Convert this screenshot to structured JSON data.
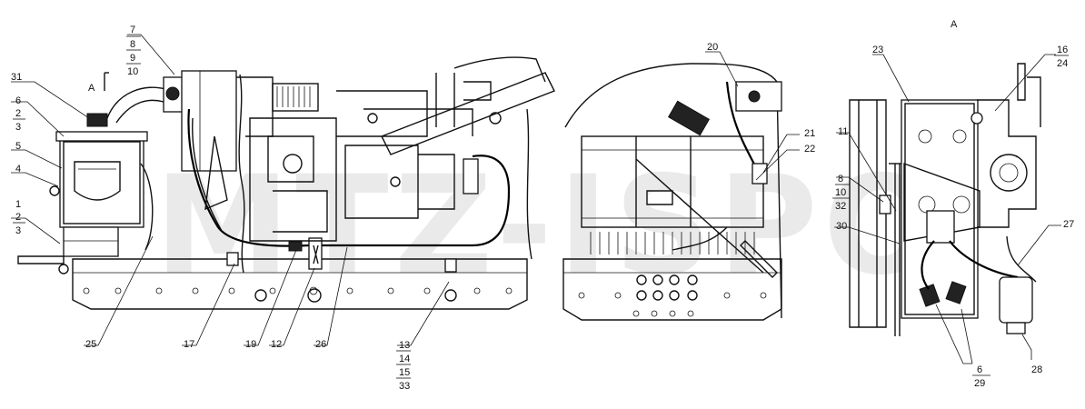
{
  "watermark": "MTZ-ISPO",
  "view_labels": [
    "A",
    "A"
  ],
  "callouts": {
    "c1": "1",
    "c2": "2",
    "c3": "3",
    "c4": "4",
    "c5": "5",
    "c6": "6",
    "c7": "7",
    "c8": "8",
    "c9": "9",
    "c10": "10",
    "c11": "11",
    "c12": "12",
    "c13": "13",
    "c14": "14",
    "c15": "15",
    "c16": "16",
    "c17": "17",
    "c19": "19",
    "c20": "20",
    "c21": "21",
    "c22": "22",
    "c23": "23",
    "c24": "24",
    "c25": "25",
    "c26": "26",
    "c27": "27",
    "c28": "28",
    "c29": "29",
    "c30": "30",
    "c31": "31",
    "c32": "32",
    "c33": "33"
  }
}
